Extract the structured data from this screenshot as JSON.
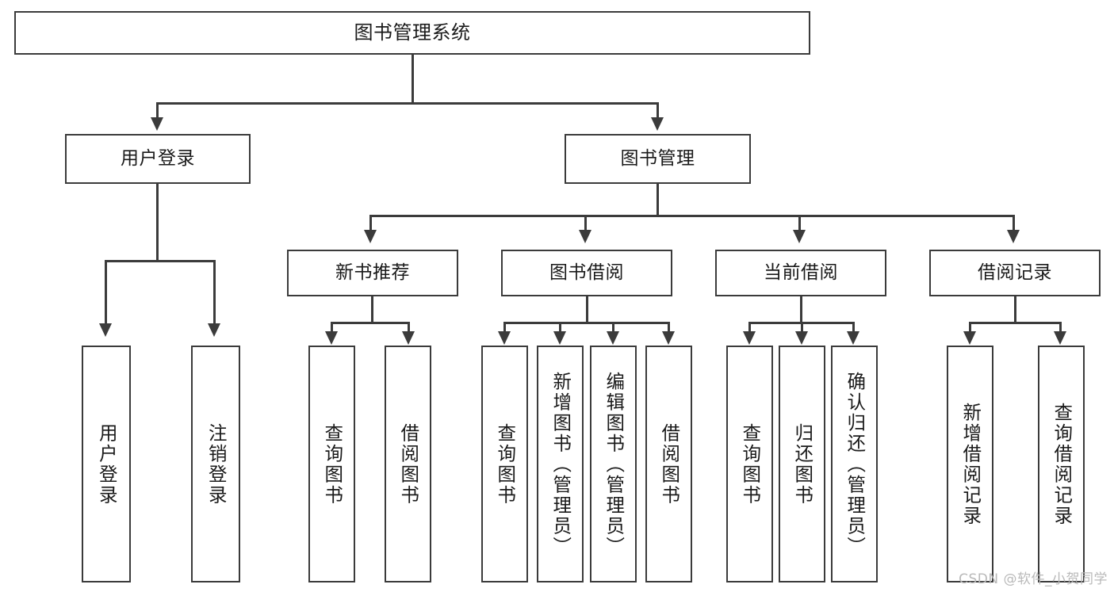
{
  "diagram": {
    "type": "tree-hierarchy-diagram",
    "title": "图书管理系统",
    "orientation": "top-down",
    "levels": 4,
    "watermark": "CSDN @软件_小贺同学",
    "colors": {
      "stroke": "#3b3b3b",
      "fill": "#ffffff",
      "text": "#1a1a1a",
      "watermark": "#b9b9b9"
    }
  },
  "nodes": {
    "root": {
      "id": "root",
      "label": "图书管理系统",
      "level": 1
    },
    "level2": [
      {
        "id": "user-login",
        "label": "用户登录",
        "level": 2
      },
      {
        "id": "book-management",
        "label": "图书管理",
        "level": 2
      }
    ],
    "level3": [
      {
        "id": "new-book-recommend",
        "label": "新书推荐",
        "level": 3,
        "parent": "book-management"
      },
      {
        "id": "book-borrow",
        "label": "图书借阅",
        "level": 3,
        "parent": "book-management"
      },
      {
        "id": "current-borrow",
        "label": "当前借阅",
        "level": 3,
        "parent": "book-management"
      },
      {
        "id": "borrow-record",
        "label": "借阅记录",
        "level": 3,
        "parent": "book-management"
      }
    ],
    "leaves": [
      {
        "id": "leaf-user-login",
        "label": "用户登录",
        "parent": "user-login"
      },
      {
        "id": "leaf-logout-login",
        "label": "注销登录",
        "parent": "user-login"
      },
      {
        "id": "leaf-query-book-1",
        "label": "查询图书",
        "parent": "new-book-recommend"
      },
      {
        "id": "leaf-borrow-book-1",
        "label": "借阅图书",
        "parent": "new-book-recommend"
      },
      {
        "id": "leaf-query-book-2",
        "label": "查询图书",
        "parent": "book-borrow"
      },
      {
        "id": "leaf-add-book-admin",
        "label": "新增图书（管理员）",
        "parent": "book-borrow"
      },
      {
        "id": "leaf-edit-book-admin",
        "label": "编辑图书（管理员）",
        "parent": "book-borrow"
      },
      {
        "id": "leaf-borrow-book-2",
        "label": "借阅图书",
        "parent": "book-borrow"
      },
      {
        "id": "leaf-query-book-3",
        "label": "查询图书",
        "parent": "current-borrow"
      },
      {
        "id": "leaf-return-book",
        "label": "归还图书",
        "parent": "current-borrow"
      },
      {
        "id": "leaf-confirm-return-admin",
        "label": "确认归还（管理员）",
        "parent": "current-borrow"
      },
      {
        "id": "leaf-add-borrow-record",
        "label": "新增借阅记录",
        "parent": "borrow-record"
      },
      {
        "id": "leaf-query-borrow-record",
        "label": "查询借阅记录",
        "parent": "borrow-record"
      }
    ]
  }
}
